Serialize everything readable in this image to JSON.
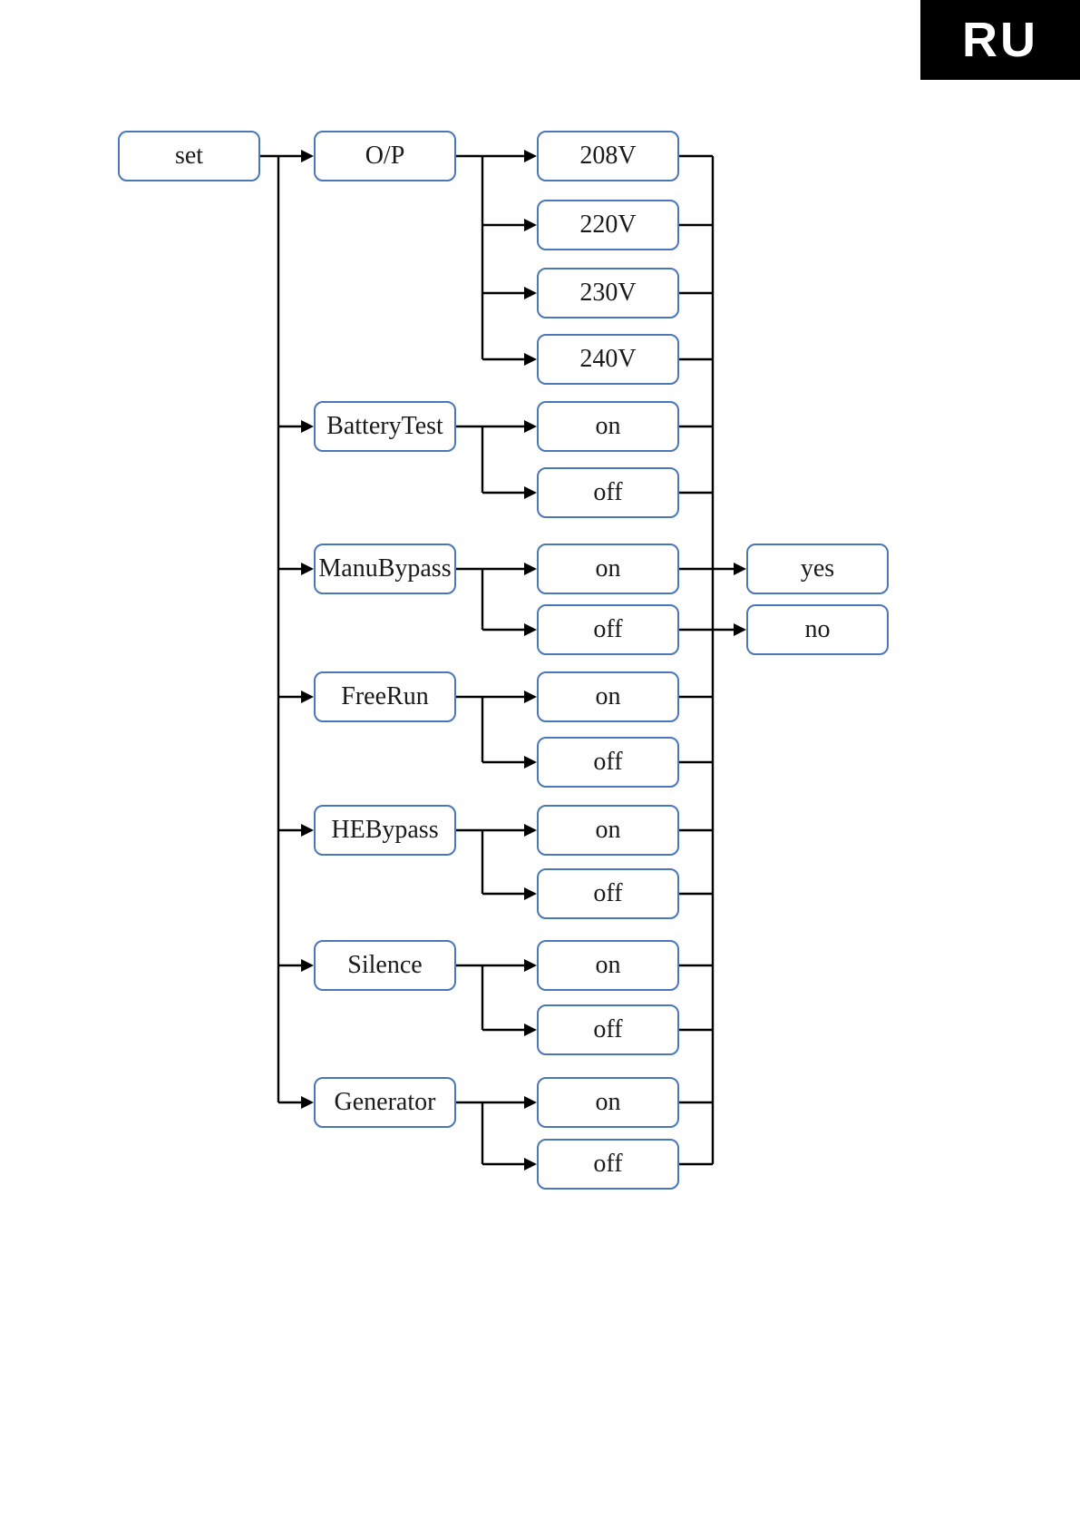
{
  "badge": {
    "label": "RU",
    "bg": "#000000",
    "fg": "#ffffff"
  },
  "diagram": {
    "colors": {
      "box_border": "#4a77b8",
      "line": "#000000",
      "text": "#1a1a1a"
    },
    "root": {
      "label": "set"
    },
    "groups": [
      {
        "label": "O/P",
        "options": [
          "208V",
          "220V",
          "230V",
          "240V"
        ]
      },
      {
        "label": "BatteryTest",
        "options": [
          "on",
          "off"
        ]
      },
      {
        "label": "ManuBypass",
        "options": [
          "on",
          "off"
        ],
        "confirm": [
          "yes",
          "no"
        ]
      },
      {
        "label": "FreeRun",
        "options": [
          "on",
          "off"
        ]
      },
      {
        "label": "HEBypass",
        "options": [
          "on",
          "off"
        ]
      },
      {
        "label": "Silence",
        "options": [
          "on",
          "off"
        ]
      },
      {
        "label": "Generator",
        "options": [
          "on",
          "off"
        ]
      }
    ]
  }
}
